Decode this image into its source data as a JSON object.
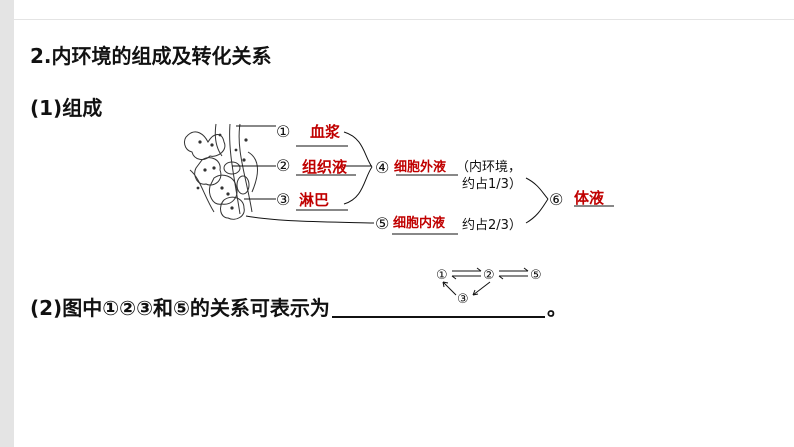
{
  "colors": {
    "answer": "#c00000",
    "text": "#111111",
    "side_bar": "#e4e4e4"
  },
  "section_title": "2.内环境的组成及转化关系",
  "subsection_title": "(1)组成",
  "diagram": {
    "circle1": "①",
    "answer1": "血浆",
    "circle2": "②",
    "answer2": "组织液",
    "circle3": "③",
    "answer3": "淋巴",
    "circle4": "④",
    "answer4": "细胞外液",
    "note4_line1": "（内环境，",
    "note4_line2": "约占1/3）",
    "circle5": "⑤",
    "answer5": "细胞内液",
    "note5": "约占2/3）",
    "circle6": "⑥",
    "answer6": "体液"
  },
  "relation": {
    "n1": "①",
    "n2": "②",
    "n3": "③",
    "n5": "⑤"
  },
  "question": {
    "prefix": "(2)图中①②③和⑤的关系可表示为",
    "suffix": "。"
  }
}
